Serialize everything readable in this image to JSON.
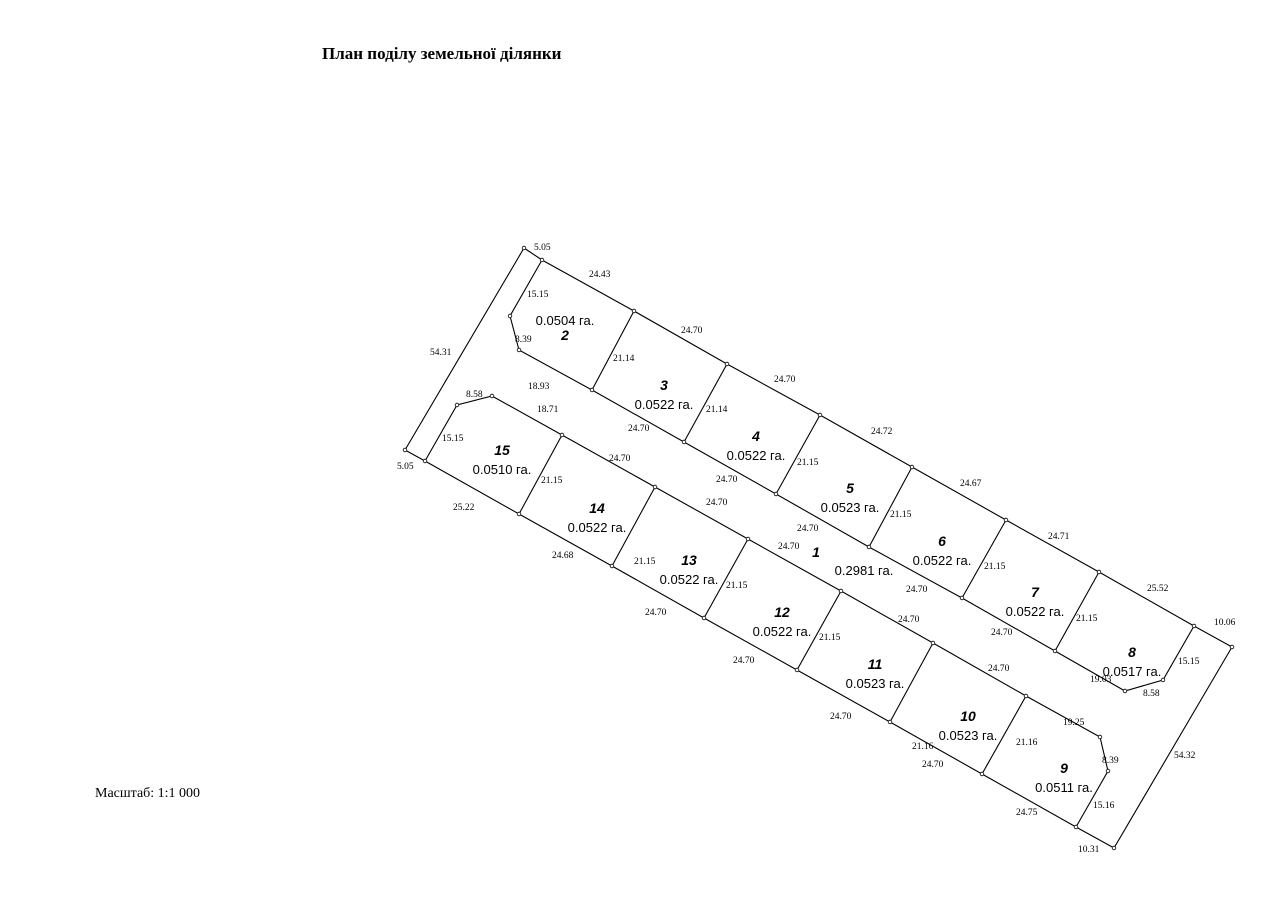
{
  "title": "План поділу земельної ділянки",
  "scale": "Масштаб: 1:1 000",
  "parcels": [
    {
      "number": "1",
      "area": "0.2981 га."
    },
    {
      "number": "2",
      "area": "0.0504 га."
    },
    {
      "number": "3",
      "area": "0.0522 га."
    },
    {
      "number": "4",
      "area": "0.0522 га."
    },
    {
      "number": "5",
      "area": "0.0523 га."
    },
    {
      "number": "6",
      "area": "0.0522 га."
    },
    {
      "number": "7",
      "area": "0.0522 га."
    },
    {
      "number": "8",
      "area": "0.0517 га."
    },
    {
      "number": "9",
      "area": "0.0511 га."
    },
    {
      "number": "10",
      "area": "0.0523 га."
    },
    {
      "number": "11",
      "area": "0.0523 га."
    },
    {
      "number": "12",
      "area": "0.0522 га."
    },
    {
      "number": "13",
      "area": "0.0522 га."
    },
    {
      "number": "14",
      "area": "0.0522 га."
    },
    {
      "number": "15",
      "area": "0.0510 га."
    }
  ],
  "dimensions": [
    "5.05",
    "24.43",
    "24.70",
    "24.70",
    "24.72",
    "24.67",
    "24.71",
    "25.52",
    "10.06",
    "15.15",
    "8.39",
    "21.14",
    "21.14",
    "21.15",
    "21.15",
    "21.15",
    "21.15",
    "15.15",
    "8.58",
    "18.93",
    "24.70",
    "24.70",
    "24.70",
    "24.70",
    "24.70",
    "19.03",
    "54.31",
    "5.05",
    "8.58",
    "15.15",
    "18.71",
    "24.70",
    "24.70",
    "24.70",
    "24.70",
    "24.70",
    "19.25",
    "8.39",
    "15.16",
    "25.22",
    "21.15",
    "24.68",
    "21.15",
    "24.70",
    "21.15",
    "24.70",
    "21.15",
    "24.70",
    "21.16",
    "24.70",
    "21.16",
    "24.75",
    "10.31",
    "54.32"
  ]
}
